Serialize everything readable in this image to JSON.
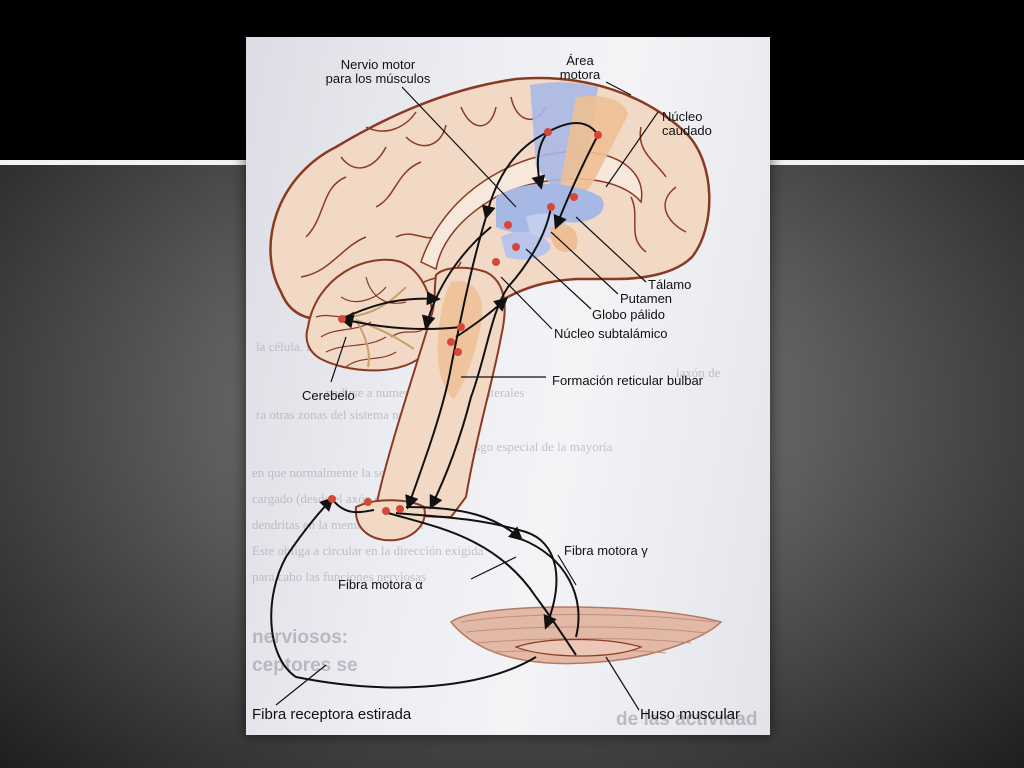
{
  "labels": {
    "nervio_motor": [
      "Nervio motor",
      "para los músculos"
    ],
    "area_motora": [
      "Área",
      "motora"
    ],
    "nucleo_caudado": [
      "Núcleo",
      "caudado"
    ],
    "talamo": "Tálamo",
    "putamen": "Putamen",
    "globo_palido": "Globo pálido",
    "nucleo_subtalamico": "Núcleo subtalámico",
    "formacion_reticular": "Formación reticular bulbar",
    "cerebelo": "Cerebelo",
    "fibra_gamma": "Fibra motora γ",
    "fibra_alfa": "Fibra motora α",
    "fibra_receptora": "Fibra receptora estirada",
    "huso_muscular": "Huso muscular"
  },
  "show_through": {
    "lines": [
      "la célula. Por el contrario, la se",
      "iaxón de",
      "nadirse a numerosas ramas colaterales",
      "ra otras zonas del sistema nervioso ni",
      "Un rasgo especial de la mayoría",
      "en que normalmente la señal sólo circu",
      "cargado (desde el axón de una neurona",
      "dendritas en la membrana celular",
      "Este obliga a circular en la dirección exigida",
      "para cabo las funciones nerviosas"
    ],
    "headings": [
      "nerviosos:",
      "ceptores se"
    ],
    "bottom": "de las actividad"
  },
  "colors": {
    "brain_fill": "#f1d9c6",
    "brain_outline": "#8b3a22",
    "motor_area": "#a8b8e4",
    "caudate": "#eebf94",
    "nucleus_dot": "#d8463a",
    "muscle": "#e2b9a6"
  }
}
